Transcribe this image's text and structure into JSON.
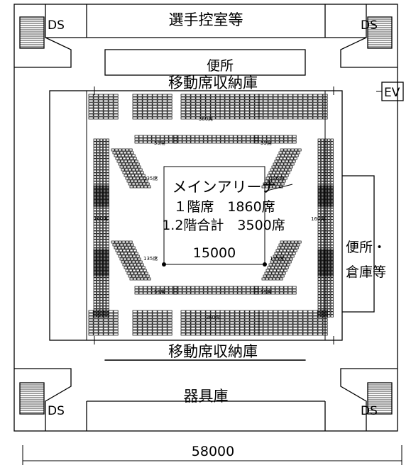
{
  "labels": {
    "top_room": "選手控室等",
    "toilet_top": "便所",
    "storage_top": "移動席収納庫",
    "storage_bottom": "移動席収納庫",
    "equipment_room": "器具庫",
    "ds": "DS",
    "ev": "EV",
    "right_room_line1": "便所・",
    "right_room_line2": "倉庫等"
  },
  "arena": {
    "title": "メインアリーナ",
    "seats_1f": "１階席　1860席",
    "seats_total": "1.2階合計　3500席",
    "width_dim": "15000"
  },
  "seat_counts": {
    "top": "360席",
    "bottom": "360席",
    "top_left_small": "55席",
    "top_right_small": "55席",
    "bottom_left_small": "55席",
    "bottom_right_small": "55席",
    "left_upper": "135席",
    "left_lower": "135席",
    "right_upper": "135席",
    "right_lower": "135席",
    "left_mid": "160席",
    "right_mid": "160席"
  },
  "overall_dim": "58000"
}
